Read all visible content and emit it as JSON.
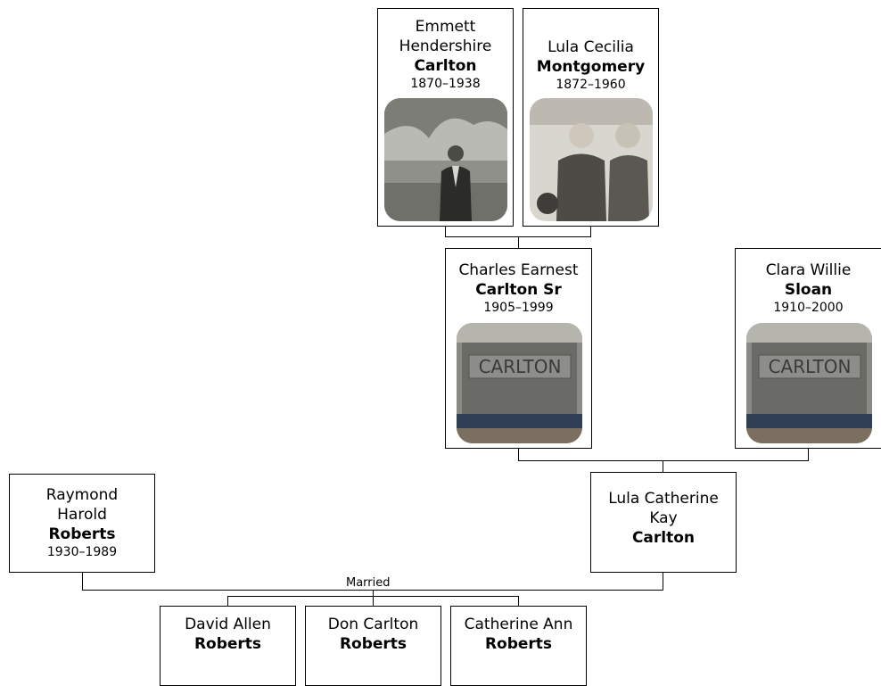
{
  "people": {
    "emmett": {
      "given": "Emmett Hendershire",
      "surname": "Carlton",
      "dates": "1870–1938"
    },
    "lula_c": {
      "given": "Lula Cecilia",
      "surname": "Montgomery",
      "dates": "1872–1960"
    },
    "charles": {
      "given": "Charles Earnest",
      "surname": "Carlton Sr",
      "dates": "1905–1999"
    },
    "clara": {
      "given": "Clara Willie",
      "surname": "Sloan",
      "dates": "1910–2000"
    },
    "raymond": {
      "given": "Raymond Harold",
      "surname": "Roberts",
      "dates": "1930–1989"
    },
    "lula_k": {
      "given": "Lula Catherine Kay",
      "surname": "Carlton"
    },
    "david": {
      "given": "David Allen",
      "surname": "Roberts"
    },
    "don": {
      "given": "Don Carlton",
      "surname": "Roberts"
    },
    "catherine": {
      "given": "Catherine Ann",
      "surname": "Roberts"
    }
  },
  "photos": {
    "headstone_text": "CARLTON"
  },
  "labels": {
    "married": "Married"
  }
}
